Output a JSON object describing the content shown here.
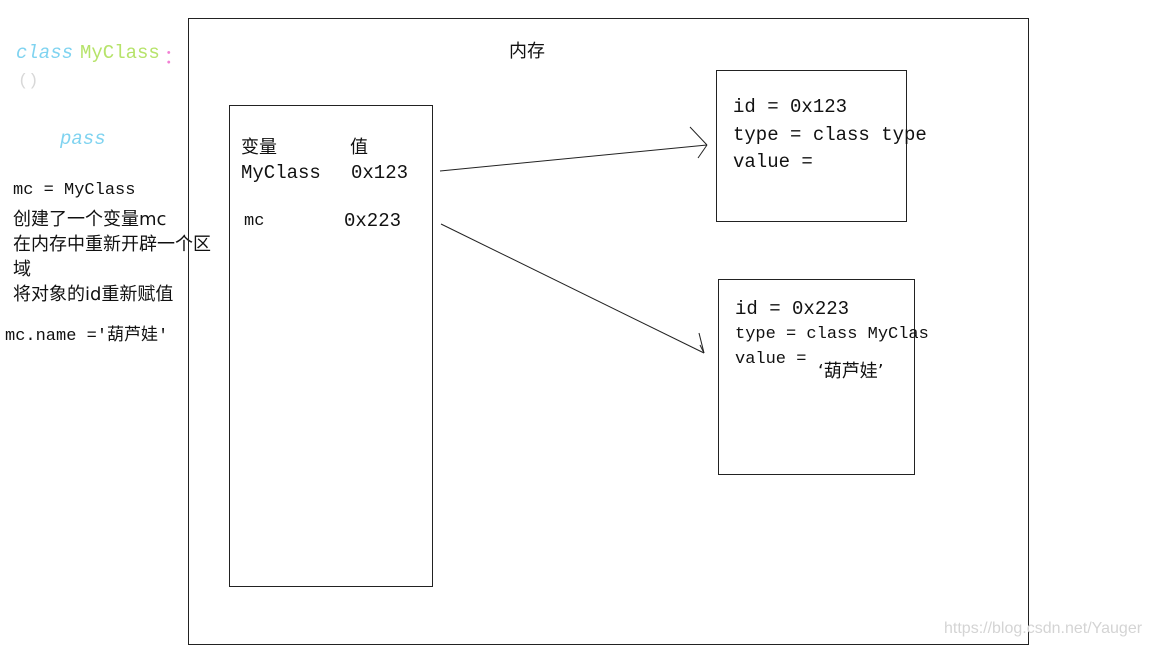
{
  "code": {
    "class_keyword": "class",
    "class_name": "MyClass",
    "colon": "：",
    "paren": "()",
    "pass_keyword": "pass",
    "assign_line": "mc = MyClass",
    "explain_1": "创建了一个变量mc",
    "explain_2a": "在内存中重新开辟一个区",
    "explain_2b": "域",
    "explain_3": "将对象的id重新赋值",
    "name_assign": "mc.name ='葫芦娃'"
  },
  "memory": {
    "title": "内存",
    "table": {
      "header_var": "变量",
      "header_val": "值",
      "rows": [
        {
          "var": "MyClass",
          "val": "0x123"
        },
        {
          "var": "mc",
          "val": "0x223"
        }
      ]
    },
    "object_1": {
      "id_line": "id = 0x123",
      "type_line": "type = class type",
      "value_line": "value ="
    },
    "object_2": {
      "id_line": "id = 0x223",
      "type_line": "type = class MyClas",
      "value_line": "value =",
      "value_content": "‘葫芦娃’"
    }
  },
  "watermark": "https://blog.csdn.net/Yauger",
  "colors": {
    "keyword": "#7fd3f0",
    "class_name": "#b6e36a",
    "colon": "#f27fd3",
    "paren": "#d8d8d8",
    "watermark": "#d4d4d4",
    "border": "#222222"
  }
}
